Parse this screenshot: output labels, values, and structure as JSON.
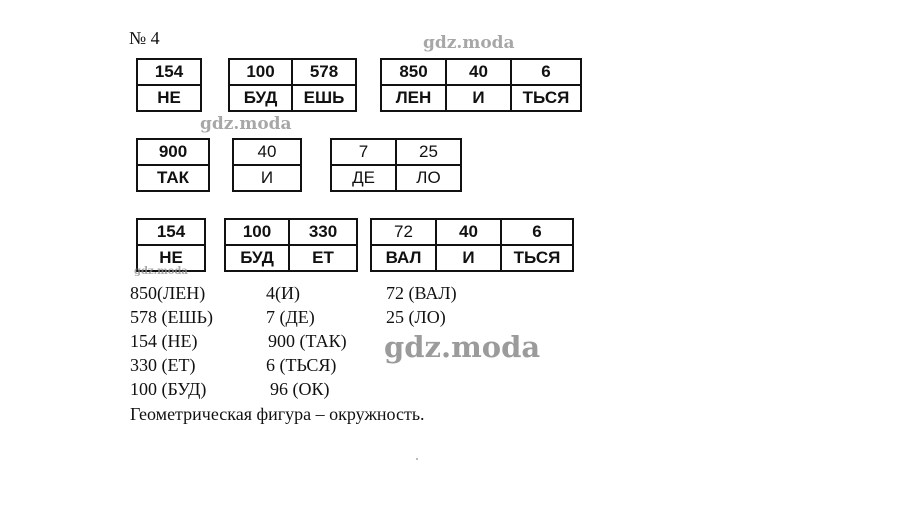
{
  "title": "№ 4",
  "watermark": "gdz.moda",
  "rows": [
    [
      {
        "cells": [
          {
            "num": "154",
            "word": "НЕ"
          }
        ]
      },
      {
        "cells": [
          {
            "num": "100",
            "word": "БУД"
          },
          {
            "num": "578",
            "word": "ЕШЬ"
          }
        ]
      },
      {
        "cells": [
          {
            "num": "850",
            "word": "ЛЕН"
          },
          {
            "num": "40",
            "word": "И"
          },
          {
            "num": "6",
            "word": "ТЬСЯ"
          }
        ]
      }
    ],
    [
      {
        "cells": [
          {
            "num": "900",
            "word": "ТАК"
          }
        ]
      },
      {
        "cells": [
          {
            "num": "40",
            "word": "И"
          }
        ]
      },
      {
        "cells": [
          {
            "num": "7",
            "word": "ДЕ"
          },
          {
            "num": "25",
            "word": "ЛО"
          }
        ]
      }
    ],
    [
      {
        "cells": [
          {
            "num": "154",
            "word": "НЕ"
          }
        ]
      },
      {
        "cells": [
          {
            "num": "100",
            "word": "БУД"
          },
          {
            "num": "330",
            "word": "ЕТ"
          }
        ]
      },
      {
        "cells": [
          {
            "num": "72",
            "word": "ВАЛ"
          },
          {
            "num": "40",
            "word": "И"
          },
          {
            "num": "6",
            "word": "ТЬСЯ"
          }
        ]
      }
    ]
  ],
  "answers": [
    [
      "850(ЛЕН)",
      "4(И)",
      "72 (ВАЛ)"
    ],
    [
      "578 (ЕШЬ)",
      "7 (ДЕ)",
      "25 (ЛО)"
    ],
    [
      "154 (НЕ)",
      "900 (ТАК)",
      ""
    ],
    [
      "330 (ЕТ)",
      "6 (ТЬСЯ)",
      ""
    ],
    [
      "100 (БУД)",
      "96 (ОК)",
      ""
    ]
  ],
  "conclusion": "Геометрическая фигура – окружность."
}
